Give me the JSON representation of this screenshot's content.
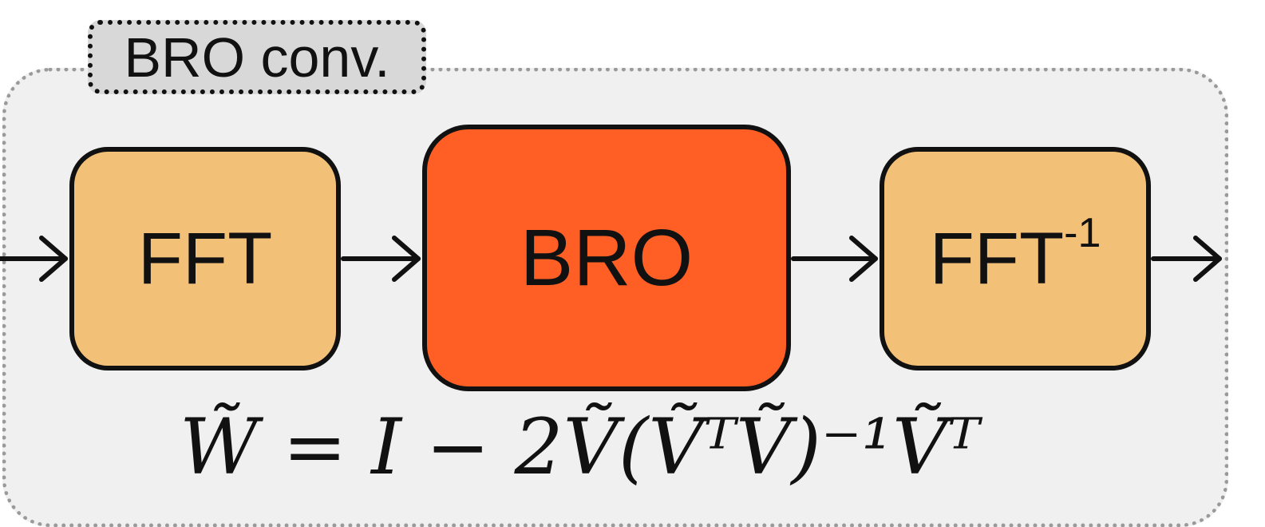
{
  "tag_label": "BRO conv.",
  "blocks": {
    "fft": {
      "label": "FFT"
    },
    "bro": {
      "label": "BRO"
    },
    "ifft": {
      "label": "FFT",
      "superscript": "-1"
    }
  },
  "formula": "W̃ = I − 2Ṽ(ṼᵀṼ)⁻¹Ṽᵀ",
  "colors": {
    "outer_fill": "#f0f0f0",
    "outer_border": "#9a9a9a",
    "tag_fill": "#d8d8d8",
    "fft_fill": "#f3c078",
    "bro_fill": "#ff5e24",
    "stroke": "#111111"
  }
}
